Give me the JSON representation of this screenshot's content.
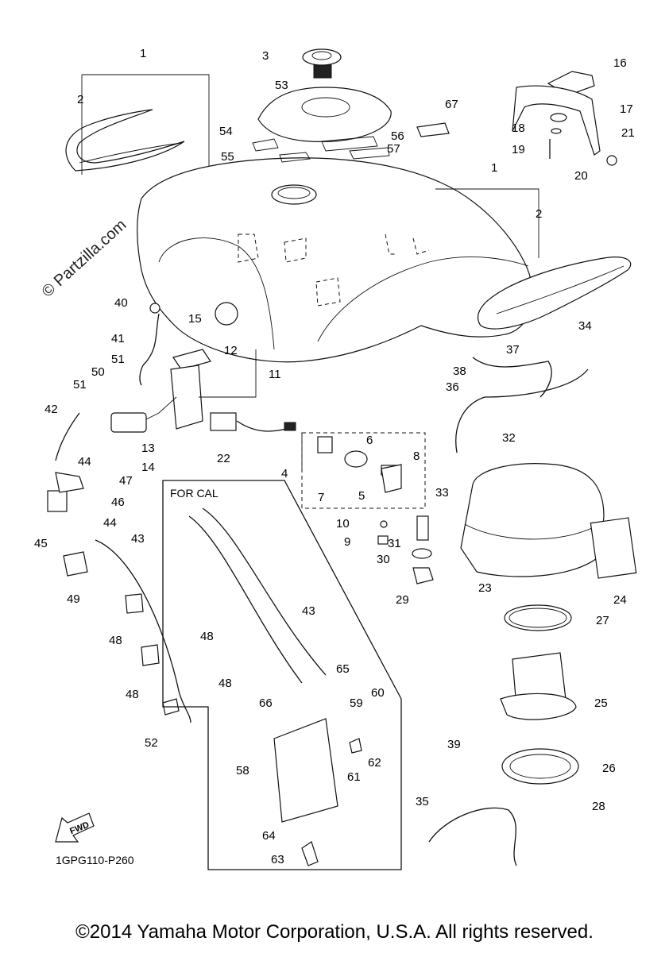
{
  "diagram": {
    "watermark": "© Partzilla.com",
    "for_cal_label": "FOR CAL",
    "fwd_label": "FWD",
    "diagram_code": "1GPG110-P260",
    "copyright": "©2014 Yamaha Motor Corporation, U.S.A. All rights reserved.",
    "callouts": [
      "1",
      "2",
      "3",
      "53",
      "54",
      "55",
      "56",
      "57",
      "67",
      "16",
      "17",
      "18",
      "19",
      "20",
      "21",
      "1",
      "2",
      "40",
      "15",
      "41",
      "12",
      "11",
      "51",
      "50",
      "51",
      "42",
      "13",
      "14",
      "22",
      "44",
      "47",
      "46",
      "45",
      "44",
      "49",
      "43",
      "48",
      "48",
      "52",
      "6",
      "8",
      "4",
      "7",
      "5",
      "33",
      "10",
      "9",
      "31",
      "30",
      "29",
      "38",
      "36",
      "37",
      "34",
      "32",
      "23",
      "24",
      "27",
      "25",
      "39",
      "26",
      "35",
      "28",
      "43",
      "48",
      "48",
      "65",
      "66",
      "60",
      "59",
      "58",
      "61",
      "62",
      "64",
      "63"
    ]
  }
}
